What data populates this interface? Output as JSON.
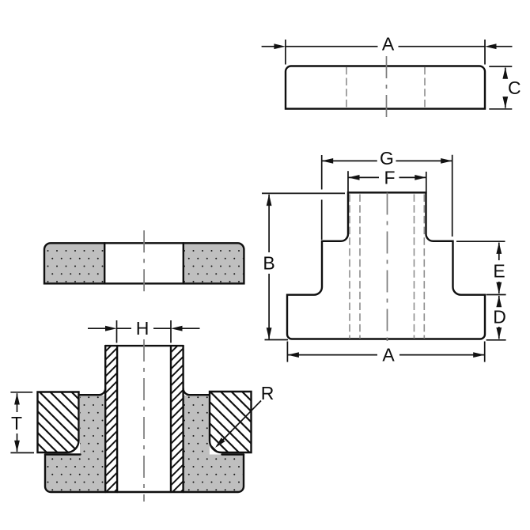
{
  "title": "Flanged bushing engineering drawing, four views",
  "drawing": {
    "labels": {
      "plan_width": "A",
      "plan_thickness": "C",
      "front_mid_diameter": "G",
      "front_top_diameter": "F",
      "front_total_height": "B",
      "front_mid_height": "E",
      "front_base_height": "D",
      "front_base_width": "A",
      "section_bore": "H",
      "section_plate_thickness": "T",
      "section_radius": "R"
    },
    "colors": {
      "outline": "#0f0f0f",
      "dimension": "#121212",
      "hidden_line": "#8e8e8e",
      "center_line": "#7a7a7a",
      "rubber_fill": "#bfbfbf",
      "background": "#ffffff"
    },
    "views": {
      "plan_view_labels": [
        "A",
        "C"
      ],
      "front_view_labels": [
        "G",
        "F",
        "B",
        "E",
        "D",
        "A"
      ],
      "cross_section_labels": [
        "H",
        "T",
        "R"
      ]
    }
  }
}
